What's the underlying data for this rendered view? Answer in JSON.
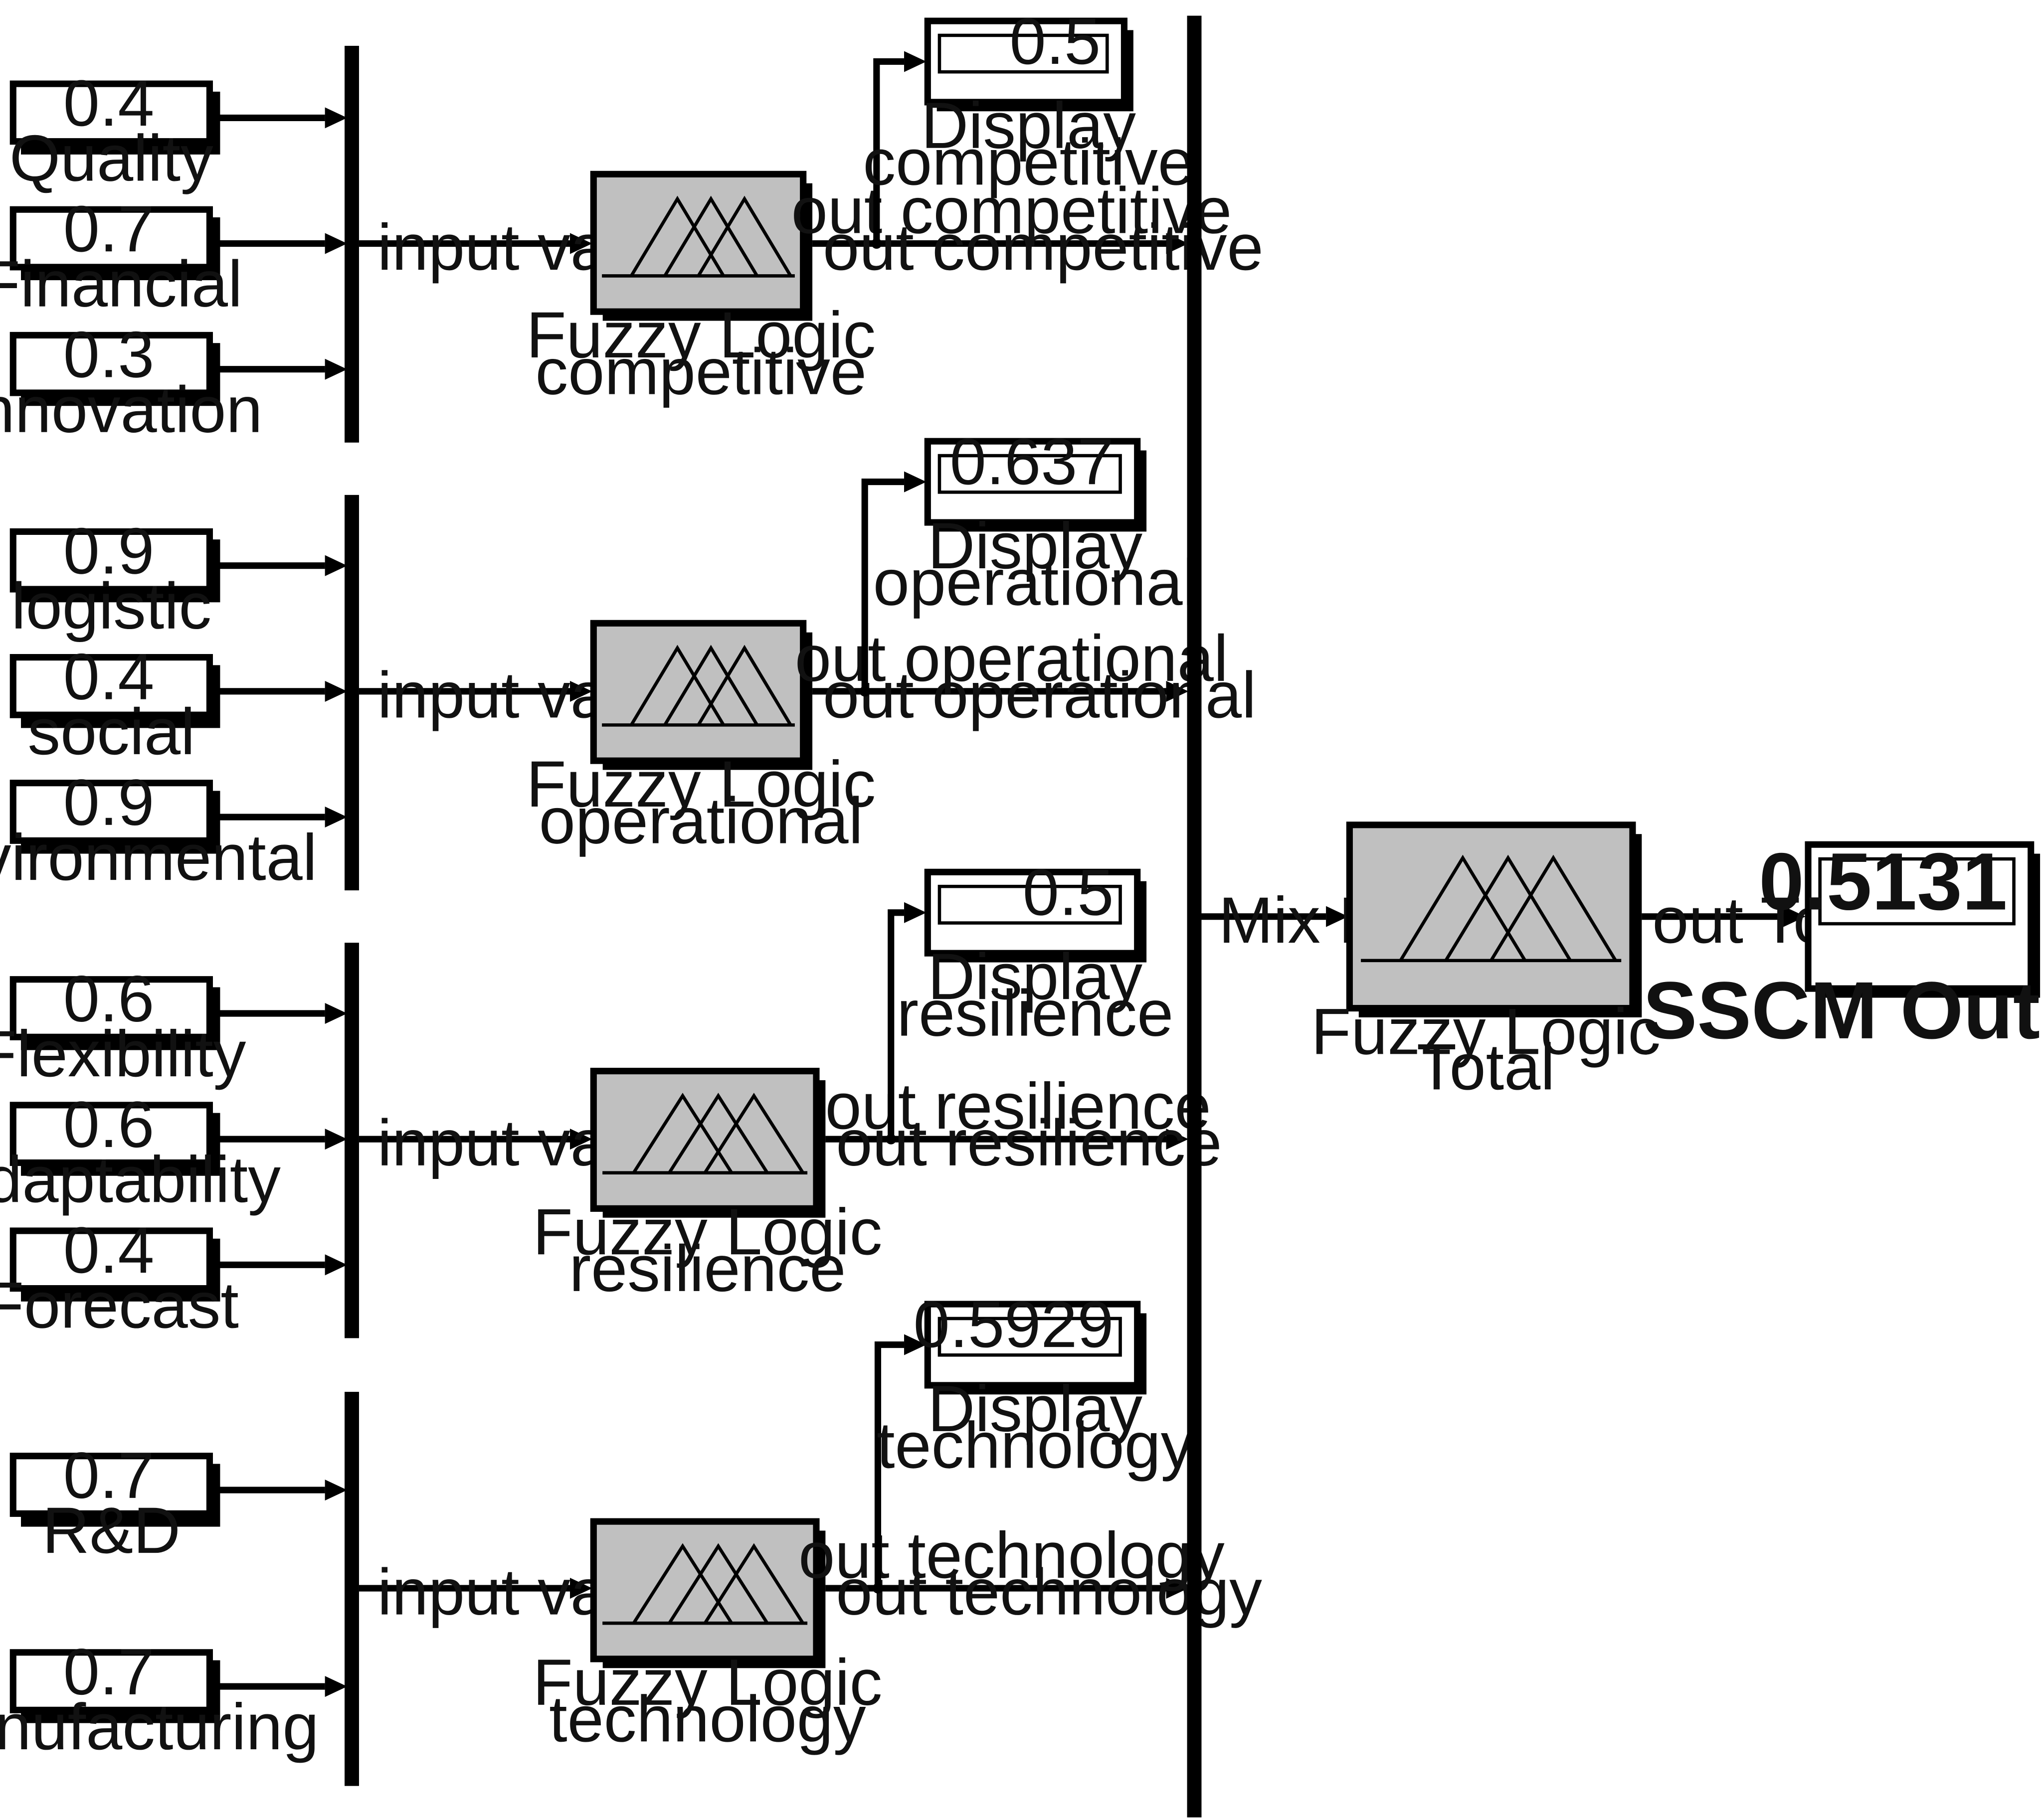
{
  "groups": [
    {
      "inputs": [
        {
          "value": "0.4",
          "label": "Quality"
        },
        {
          "value": "0.7",
          "label": "Financial"
        },
        {
          "value": "0.3",
          "label": "Innovation"
        }
      ],
      "mux_label": "input variable",
      "fuzzy_label": [
        "Fuzzy Logic",
        "competitive"
      ],
      "out_label": "out competitive",
      "display_value": "0.5",
      "display_label": [
        "Display",
        "competitive"
      ]
    },
    {
      "inputs": [
        {
          "value": "0.9",
          "label": "logistic"
        },
        {
          "value": "0.4",
          "label": "social"
        },
        {
          "value": "0.9",
          "label": "environmental"
        }
      ],
      "mux_label": "input variable",
      "fuzzy_label": [
        "Fuzzy Logic",
        "operational"
      ],
      "out_label": "out operational",
      "display_value": "0.637",
      "display_label": [
        "Display",
        "operational"
      ]
    },
    {
      "inputs": [
        {
          "value": "0.6",
          "label": "Flexibility"
        },
        {
          "value": "0.6",
          "label": "Adaptability"
        },
        {
          "value": "0.4",
          "label": "Forecast"
        }
      ],
      "mux_label": "input variable",
      "fuzzy_label": [
        "Fuzzy Logic",
        "resilience"
      ],
      "out_label": "out resilience",
      "display_value": "0.5",
      "display_label": [
        "Display",
        "resilience"
      ]
    },
    {
      "inputs": [
        {
          "value": "0.7",
          "label": "R&D"
        },
        {
          "value": "0.7",
          "label": "Manufacturing"
        }
      ],
      "mux_label": "input variable",
      "fuzzy_label": [
        "Fuzzy Logic",
        "technology"
      ],
      "out_label": "out technology",
      "display_value": "0.5929",
      "display_label": [
        "Display",
        "technology"
      ]
    }
  ],
  "mix": {
    "label": "Mix Data"
  },
  "total": {
    "fuzzy_label": [
      "Fuzzy Logic",
      "Total"
    ],
    "out_label": "out Total",
    "display_value": "0.5131",
    "display_label": "SSCM Out Put"
  },
  "colors": {
    "fuzzy_fill": "#c0c0c0",
    "line": "#000000",
    "background": "#ffffff"
  }
}
